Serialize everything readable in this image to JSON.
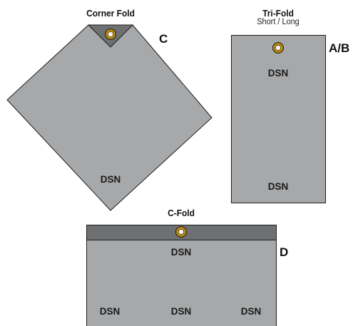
{
  "corner_fold": {
    "title": "Corner Fold",
    "code": "C",
    "dsn": "DSN"
  },
  "tri_fold": {
    "title": "Tri-Fold",
    "subtitle": "Short / Long",
    "code": "A/B",
    "dsn_top": "DSN",
    "dsn_bottom": "DSN"
  },
  "c_fold": {
    "title": "C-Fold",
    "code": "D",
    "dsn_top": "DSN",
    "dsn_left": "DSN",
    "dsn_center": "DSN",
    "dsn_right": "DSN"
  },
  "colors": {
    "sheet": "#a7a8aa",
    "fold": "#6f7072",
    "outline": "#1c1c1c",
    "grommet_outer": "#b8860b",
    "grommet_inner": "#f5f5f5"
  }
}
